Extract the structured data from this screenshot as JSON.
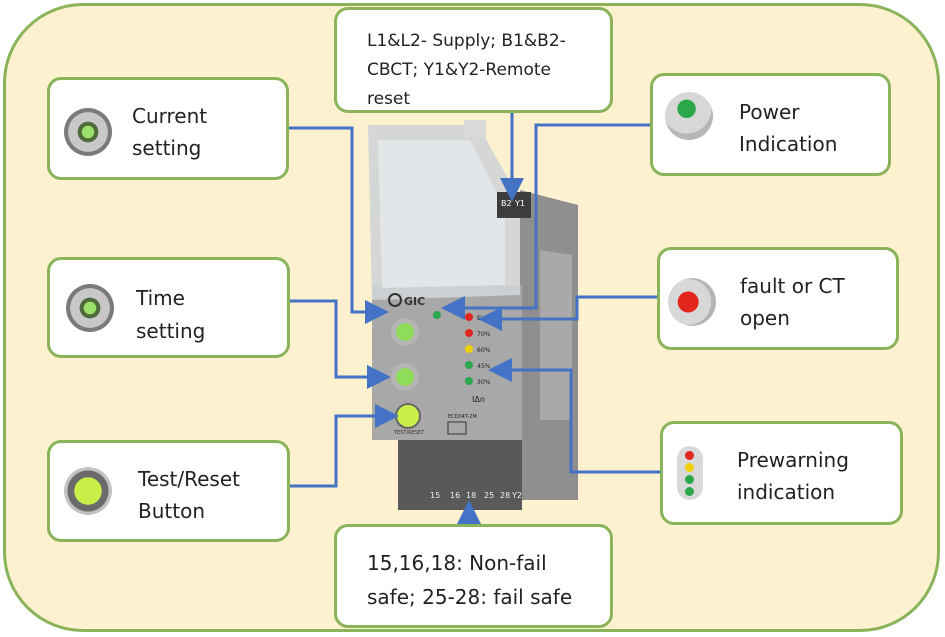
{
  "callouts": {
    "current": "Current setting",
    "current_l1": "Current",
    "current_l2": "setting",
    "time_l1": "Time",
    "time_l2": "setting",
    "test_l1": "Test/Reset",
    "test_l2": "Button",
    "power_l1": "Power",
    "power_l2": "Indication",
    "fault_l1": "fault or CT",
    "fault_l2": "open",
    "prew_l1": "Prewarning",
    "prew_l2": "indication",
    "supply_l1": "L1&L2- Supply; B1&B2-",
    "supply_l2": "CBCT; Y1&Y2-Remote",
    "supply_l3": "reset",
    "relay_l1": "15,16,18: Non-fail",
    "relay_l2": "safe; 25-28: fail safe"
  },
  "device": {
    "brand": "GIC",
    "model": "ECD04T-2M",
    "test_label": "TEST/RESET",
    "led_labels": [
      "EL",
      "70%",
      "60%",
      "45%",
      "30%"
    ],
    "terminals": [
      "15",
      "16",
      "18",
      "25",
      "28",
      "Y2"
    ],
    "top_terminals": [
      "B2",
      "Y1"
    ],
    "symbol": "IΔn"
  },
  "colors": {
    "frame_fill": "#fdf1cf",
    "border": "#8ab35a",
    "connector": "#4472c4",
    "led_green": "#2aa84a",
    "led_red": "#e3261d",
    "led_yellow": "#f0d000"
  }
}
